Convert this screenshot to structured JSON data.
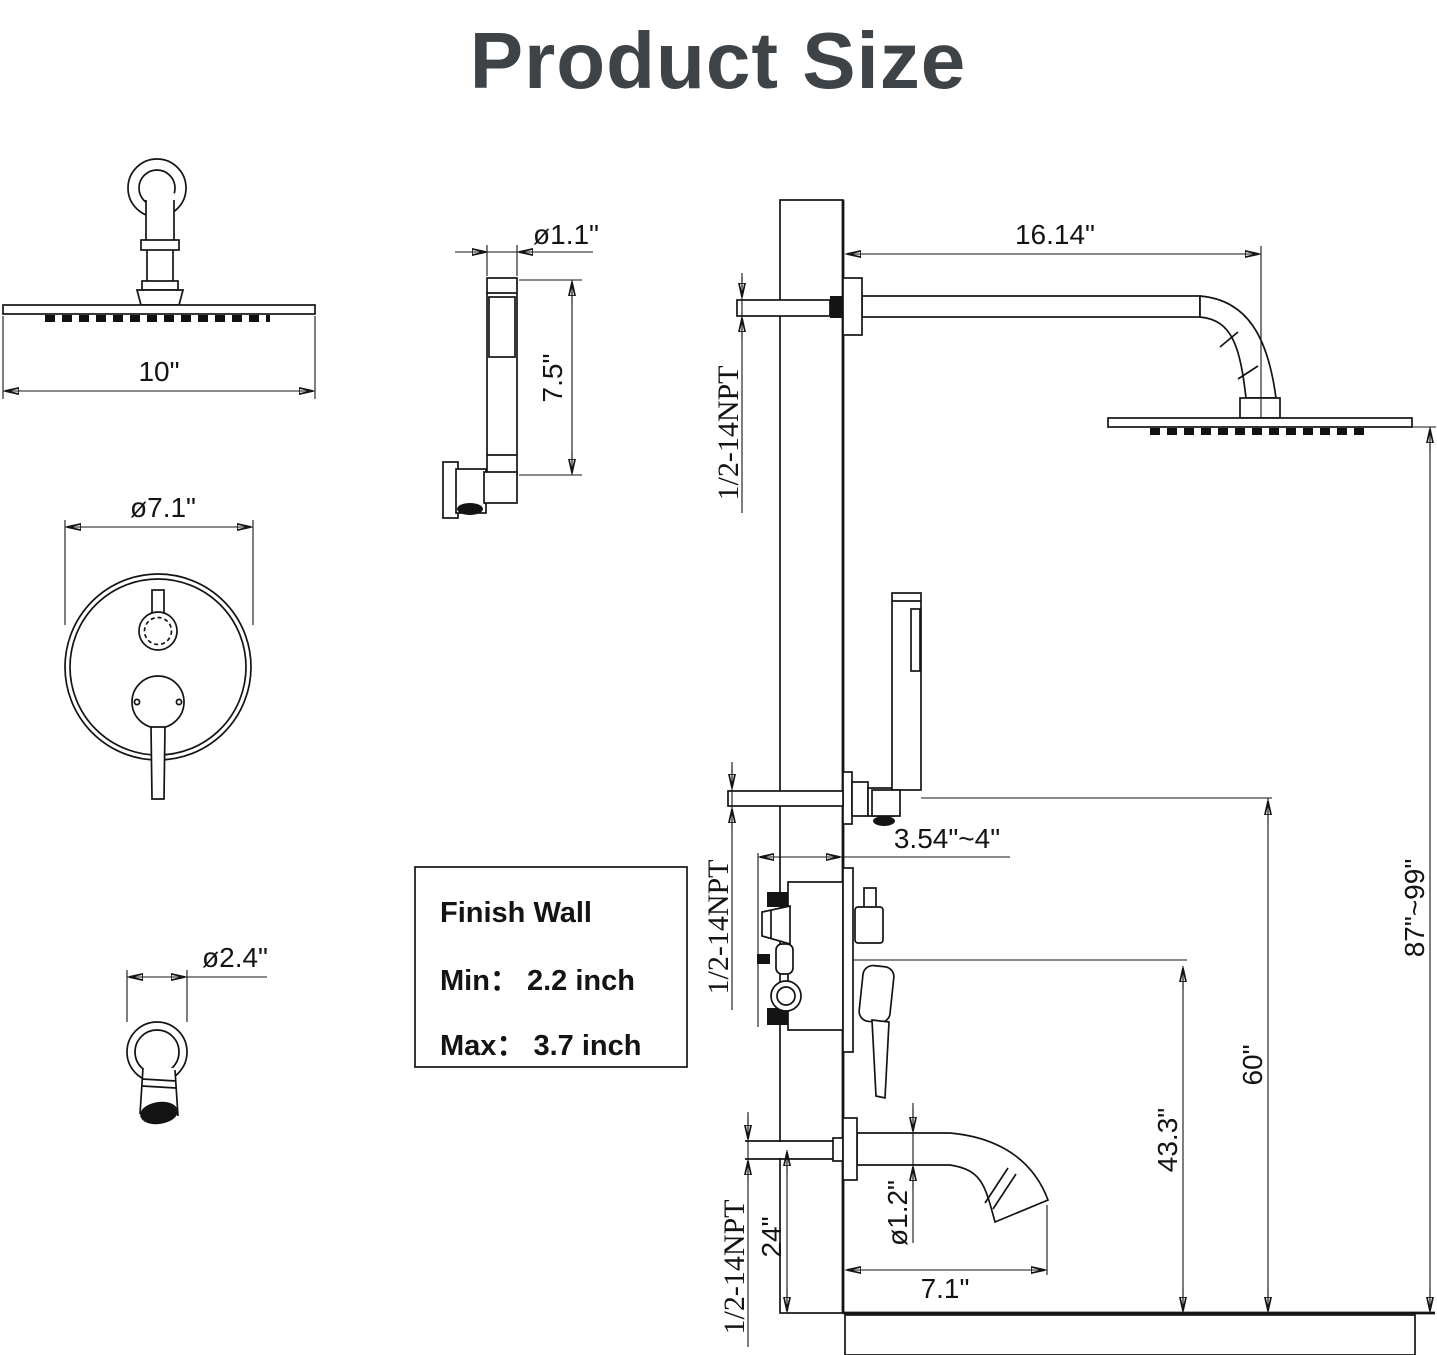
{
  "page": {
    "title": "Product Size"
  },
  "colors": {
    "line": "#141414",
    "title_gray": "#3e4347",
    "hot_dot_red": "#cc3333",
    "cold_dot_blue": "#3366cc"
  },
  "front_views": {
    "rain_head": {
      "width": "10\""
    },
    "hand_shower": {
      "diameter": "ø1.1\"",
      "length": "7.5\""
    },
    "valve_trim": {
      "diameter": "ø7.1\""
    },
    "tub_spout": {
      "diameter": "ø2.4\""
    }
  },
  "finish_wall": {
    "title": "Finish Wall",
    "min": "Min： 2.2 inch",
    "max": "Max： 3.7 inch"
  },
  "installation": {
    "arm_length": "16.14\"",
    "npt_shower_arm": "1/2-14NPT",
    "npt_hand_shower": "1/2-14NPT",
    "npt_tub_spout": "1/2-14NPT",
    "wall_depth_range": "3.54\"~4\"",
    "rain_head_height_range": "87\"~99\"",
    "hand_shower_height": "60\"",
    "valve_height": "43.3\"",
    "spout_height": "24\"",
    "spout_reach": "7.1\"",
    "spout_diameter": "ø1.2\""
  }
}
